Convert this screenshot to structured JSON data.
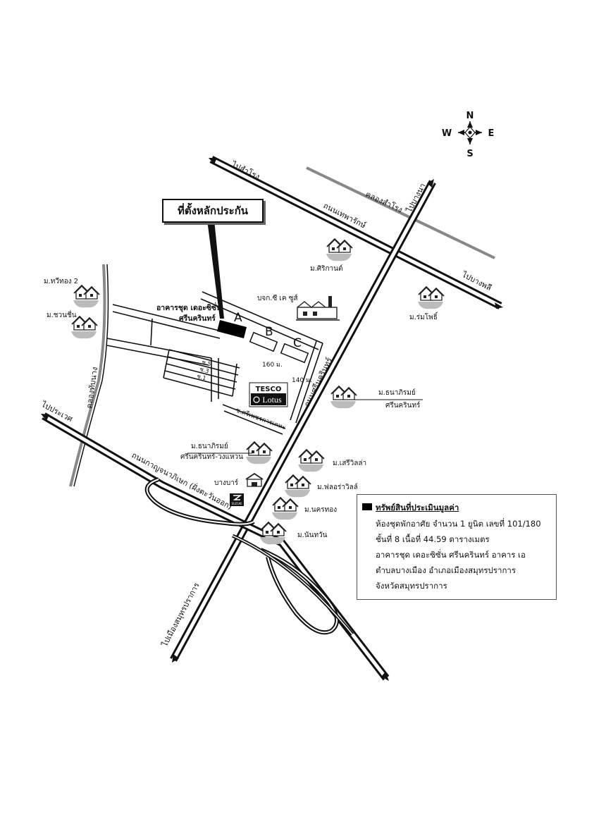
{
  "compass": {
    "n": "N",
    "s": "S",
    "e": "E",
    "w": "W"
  },
  "callout": "ที่ตั้งหลักประกัน",
  "roads": {
    "to_samrong": "ไปสำโรง",
    "to_bang_na": "ไปบางนา",
    "to_bang_phli": "ไปบางพลี",
    "to_prawet": "ไปประเวศ",
    "to_samut_prakan": "ไปเมืองสมุทรปราการ",
    "thepharak": "ถนนเทพารักษ์",
    "srinakarin": "ถนนศรีนครินทร์",
    "kanchanaphisek": "ถนนกาญจนาภิเษก (ฝั่งตะวันออก)",
    "khlong_samrong": "คลองสำโรง",
    "khlong_thap_nang": "คลองทับนาง",
    "soi_sriphet": "ซ.ศรีเพชรการเคหะ",
    "soi5": "ซ.5",
    "soi3": "ซ.3",
    "soi1": "ซ.1"
  },
  "distances": {
    "d160": "160 ม.",
    "d140": "140 ม."
  },
  "buildings": {
    "a": "A",
    "b": "B",
    "c": "C"
  },
  "building_name": [
    "อาคารชุด เดอะซิซั่น",
    "ศรีนครินทร์"
  ],
  "tesco": {
    "line1": "TESCO",
    "line2": "Lotus"
  },
  "suzuki": "SUZUKI",
  "places": {
    "sirikan": "ม.ศิริกานต์",
    "ck_suit": "บจก.ซี เค ซูส์",
    "rompo": "ม.ร่มโพธิ์",
    "tawithong2": "ม.ทวีทอง 2",
    "chuanchuen": "ม.ชวนชื่น",
    "thanaphirom_srinakarin": [
      "ม.ธนาภิรมย์",
      "ศรีนครินทร์"
    ],
    "thanaphirom_ring": [
      "ม.ธนาภิรมย์",
      "ศรีนครินทร์-วงแหวน"
    ],
    "seri_villa": "ม.เสรีวิลล่า",
    "bangbar": "บางบาร์",
    "flora_ville": "ม.ฟลอร่าวิลล์",
    "nakhonthong": "ม.นครทอง",
    "nanthawan": "ม.นันทวัน"
  },
  "legend": {
    "title": "ทรัพย์สินที่ประเมินมูลค่า",
    "lines": [
      "ห้องชุดพักอาศัย จำนวน 1 ยูนิต เลขที่ 101/180",
      "ชั้นที่ 8  เนื้อที่ 44.59 ตารางเมตร",
      "อาคารชุด เดอะซิซั่น ศรีนครินทร์ อาคาร เอ",
      "ตำบลบางเมือง อำเภอเมืองสมุทรปราการ",
      "จังหวัดสมุทรปราการ"
    ]
  }
}
